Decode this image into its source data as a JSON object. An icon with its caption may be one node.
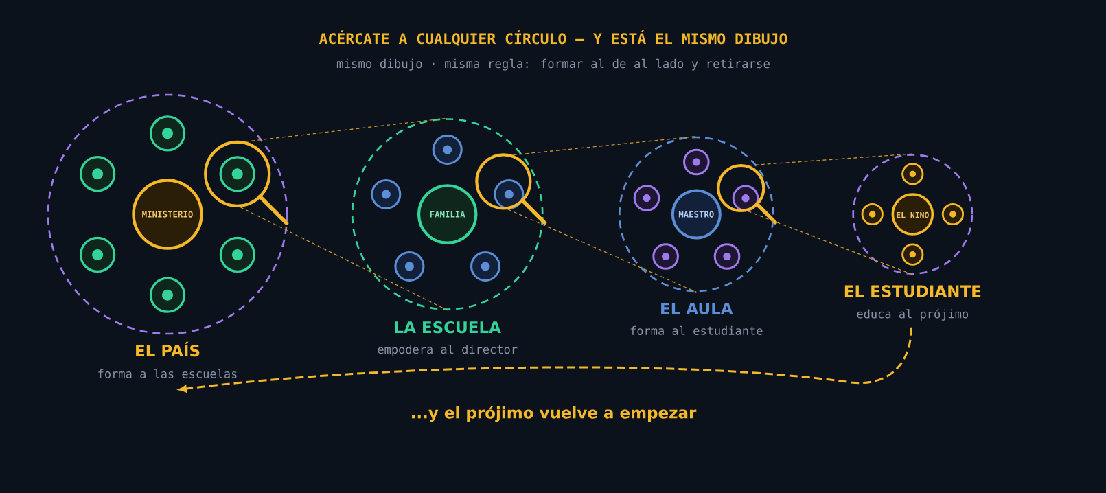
{
  "diagram": {
    "title": "ACÉRCATE A CUALQUIER CÍRCULO — Y ESTÁ EL MISMO DIBUJO",
    "caption": "...y el prójimo vuelve a empezar",
    "nodes": [
      {
        "text": [
          "EL PAÍS"
        ],
        "beside": [
          "forma a las escuelas"
        ]
      },
      {
        "text": [
          "MINISTERIO"
        ],
        "in": 0
      },
      {
        "text": [],
        "shape": "circle",
        "in": 0
      },
      {
        "text": [],
        "shape": "circle",
        "in": 0
      },
      {
        "text": [],
        "shape": "magnifier",
        "in": 0
      },
      {
        "text": [],
        "shape": "circle",
        "in": 4
      },
      {
        "text": [],
        "shape": "circle",
        "in": 0
      },
      {
        "text": [],
        "shape": "circle",
        "in": 0
      },
      {
        "text": [],
        "shape": "circle",
        "in": 0
      },
      {
        "text": [
          "LA ESCUELA"
        ],
        "beside": [
          "empodera al director"
        ]
      },
      {
        "text": [
          "FAMILIA"
        ],
        "in": 9
      },
      {
        "text": [],
        "shape": "circle",
        "in": 9
      },
      {
        "text": [],
        "shape": "circle",
        "in": 9
      },
      {
        "text": [],
        "shape": "magnifier",
        "in": 9
      },
      {
        "text": [],
        "shape": "circle",
        "in": 13
      },
      {
        "text": [],
        "shape": "circle",
        "in": 9
      },
      {
        "text": [],
        "shape": "circle",
        "in": 9
      },
      {
        "text": [
          "EL AULA"
        ],
        "beside": [
          "forma al estudiante"
        ]
      },
      {
        "text": [
          "MAESTRO"
        ],
        "in": 17
      },
      {
        "text": [],
        "shape": "circle",
        "in": 17
      },
      {
        "text": [],
        "shape": "circle",
        "in": 17
      },
      {
        "text": [],
        "shape": "magnifier",
        "in": 17
      },
      {
        "text": [],
        "shape": "circle",
        "in": 21
      },
      {
        "text": [],
        "shape": "circle",
        "in": 17
      },
      {
        "text": [],
        "shape": "circle",
        "in": 17
      },
      {
        "text": [
          "EL ESTUDIANTE"
        ],
        "beside": [
          "educa al prójimo"
        ]
      },
      {
        "text": [
          "EL NIÑO"
        ],
        "in": 25
      },
      {
        "text": [],
        "shape": "circle",
        "in": 25
      },
      {
        "text": [],
        "shape": "circle",
        "in": 25
      },
      {
        "text": [],
        "shape": "circle",
        "in": 25
      },
      {
        "text": [],
        "shape": "circle",
        "in": 25
      }
    ],
    "edges": [
      {
        "from": 4,
        "to": 9,
        "arrow": "none",
        "style": "dashed"
      },
      {
        "from": 4,
        "to": 9,
        "arrow": "none",
        "style": "dashed"
      },
      {
        "from": 13,
        "to": 17,
        "arrow": "none",
        "style": "dashed"
      },
      {
        "from": 13,
        "to": 17,
        "arrow": "none",
        "style": "dashed"
      },
      {
        "from": 21,
        "to": 25,
        "arrow": "none",
        "style": "dashed"
      },
      {
        "from": 21,
        "to": 25,
        "arrow": "none",
        "style": "dashed"
      },
      {
        "from": 25,
        "to": 0,
        "arrow": "to",
        "style": "dashed",
        "color": "#f5b82a"
      }
    ],
    "labels": [
      "mismo dibujo · misma regla: formar al de al lado y retirarse"
    ]
  }
}
